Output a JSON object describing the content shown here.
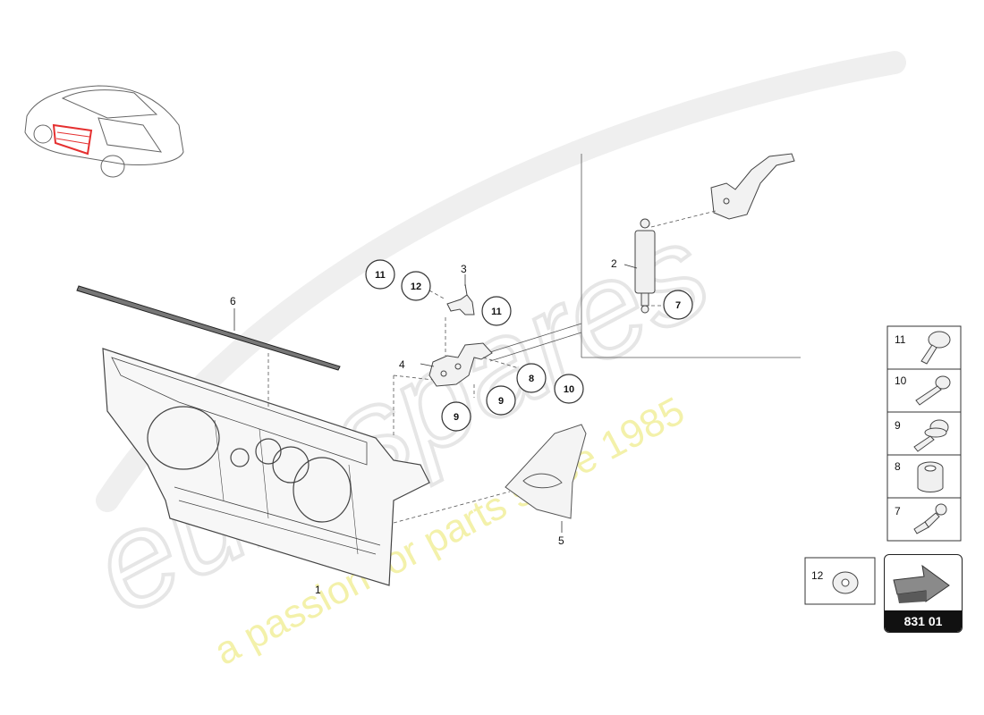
{
  "watermark": {
    "brand": "eurospares",
    "tagline": "a passion for parts since 1985"
  },
  "callouts": {
    "n1": "1",
    "n2": "2",
    "n3": "3",
    "n4": "4",
    "n5": "5",
    "n6": "6",
    "b7": "7",
    "b8": "8",
    "b9a": "9",
    "b9b": "9",
    "b10": "10",
    "b11a": "11",
    "b11b": "11",
    "b12": "12"
  },
  "legend": {
    "items": [
      {
        "number": "11",
        "icon": "bolt-icon"
      },
      {
        "number": "10",
        "icon": "bolt-icon"
      },
      {
        "number": "9",
        "icon": "flange-bolt-icon"
      },
      {
        "number": "8",
        "icon": "bushing-icon"
      },
      {
        "number": "7",
        "icon": "ball-stud-icon"
      }
    ],
    "washer": {
      "number": "12",
      "icon": "washer-icon"
    }
  },
  "reference": {
    "code": "831 01",
    "icon": "arrow-icon"
  },
  "colors": {
    "highlight": "#e53030",
    "line": "#333333",
    "watermark_grey": "#e6e6e6",
    "watermark_yellow": "#f2ef9c"
  }
}
